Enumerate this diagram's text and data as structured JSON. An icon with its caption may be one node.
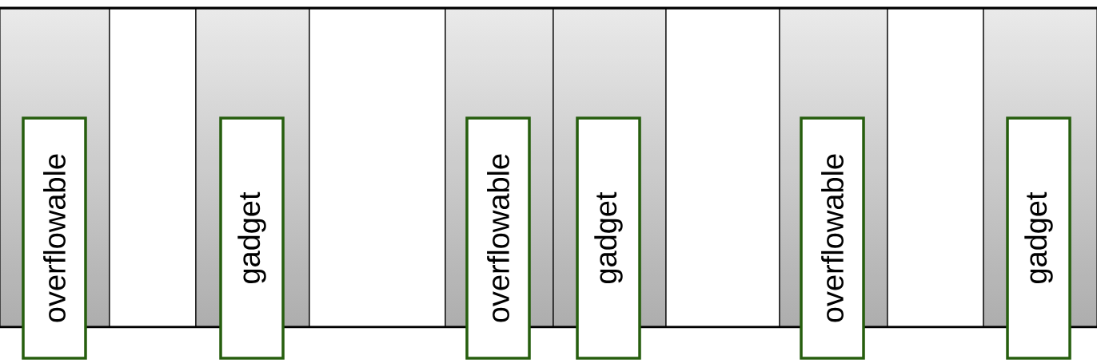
{
  "diagram": {
    "nodes": [
      {
        "text": [
          "overflowable"
        ]
      },
      {
        "text": [
          "gadget"
        ]
      },
      {
        "text": [
          "overflowable"
        ]
      },
      {
        "text": [
          "gadget"
        ]
      },
      {
        "text": [
          "overflowable"
        ]
      },
      {
        "text": [
          "gadget"
        ]
      }
    ]
  }
}
